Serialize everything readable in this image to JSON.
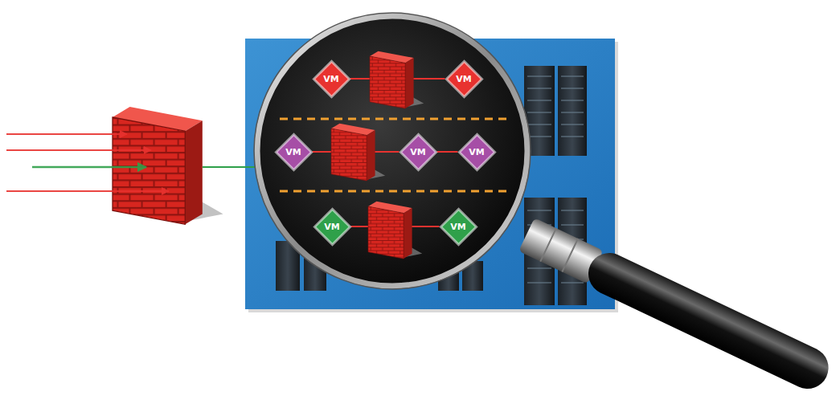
{
  "diagram": {
    "nodes": [
      {
        "text": [
          "VM"
        ]
      },
      {
        "text": [
          "VM"
        ]
      },
      {
        "text": [
          "VM"
        ]
      },
      {
        "text": [
          "VM"
        ]
      },
      {
        "text": [
          "VM"
        ]
      },
      {
        "text": [
          "VM"
        ]
      },
      {
        "text": [
          "VM"
        ]
      }
    ],
    "edges": [
      {
        "from": 0,
        "to": 1,
        "arrow": "none"
      },
      {
        "from": 2,
        "to": 3,
        "arrow": "none"
      },
      {
        "from": 3,
        "to": 4,
        "arrow": "none"
      },
      {
        "from": 5,
        "to": 6,
        "arrow": "none"
      }
    ]
  }
}
